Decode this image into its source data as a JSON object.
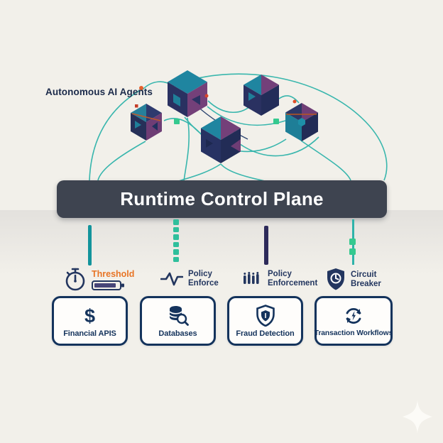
{
  "diagram": {
    "agents_label": "Autonomous AI Agents",
    "control_plane_title": "Runtime Control Plane"
  },
  "controls": [
    {
      "label": "Threshold",
      "sublabel": "",
      "icon": "stopwatch-icon",
      "extra_icon": "battery-gauge-icon"
    },
    {
      "label": "Policy",
      "sublabel": "Enforce",
      "icon": "waveform-icon"
    },
    {
      "label": "Policy",
      "sublabel": "Enforcement",
      "icon": "rack-teeth-icon"
    },
    {
      "label": "Circuit",
      "sublabel": "Breaker",
      "icon": "shield-clock-icon"
    }
  ],
  "systems": [
    {
      "label": "Financial APIS",
      "icon": "dollar-icon",
      "icon_glyph": "$"
    },
    {
      "label": "Databases",
      "icon": "database-search-icon"
    },
    {
      "label": "Fraud Detection",
      "icon": "shield-check-icon"
    },
    {
      "label": "Transaction Workflows",
      "icon": "sync-bolt-icon"
    }
  ],
  "colors": {
    "background": "#f2f0ea",
    "bar": "#3e4450",
    "bar_text": "#ffffff",
    "teal_line": "#2fb3aa",
    "green_marker": "#35c98f",
    "orange_marker": "#e55f2b",
    "navy_text": "#23365f",
    "threshold_orange": "#e87425",
    "indigo_connector": "#2d2a5a",
    "cube_teal": "#1f85a0",
    "cube_navy": "#2a3161",
    "cube_purple": "#744079",
    "box_border": "#14335c"
  }
}
